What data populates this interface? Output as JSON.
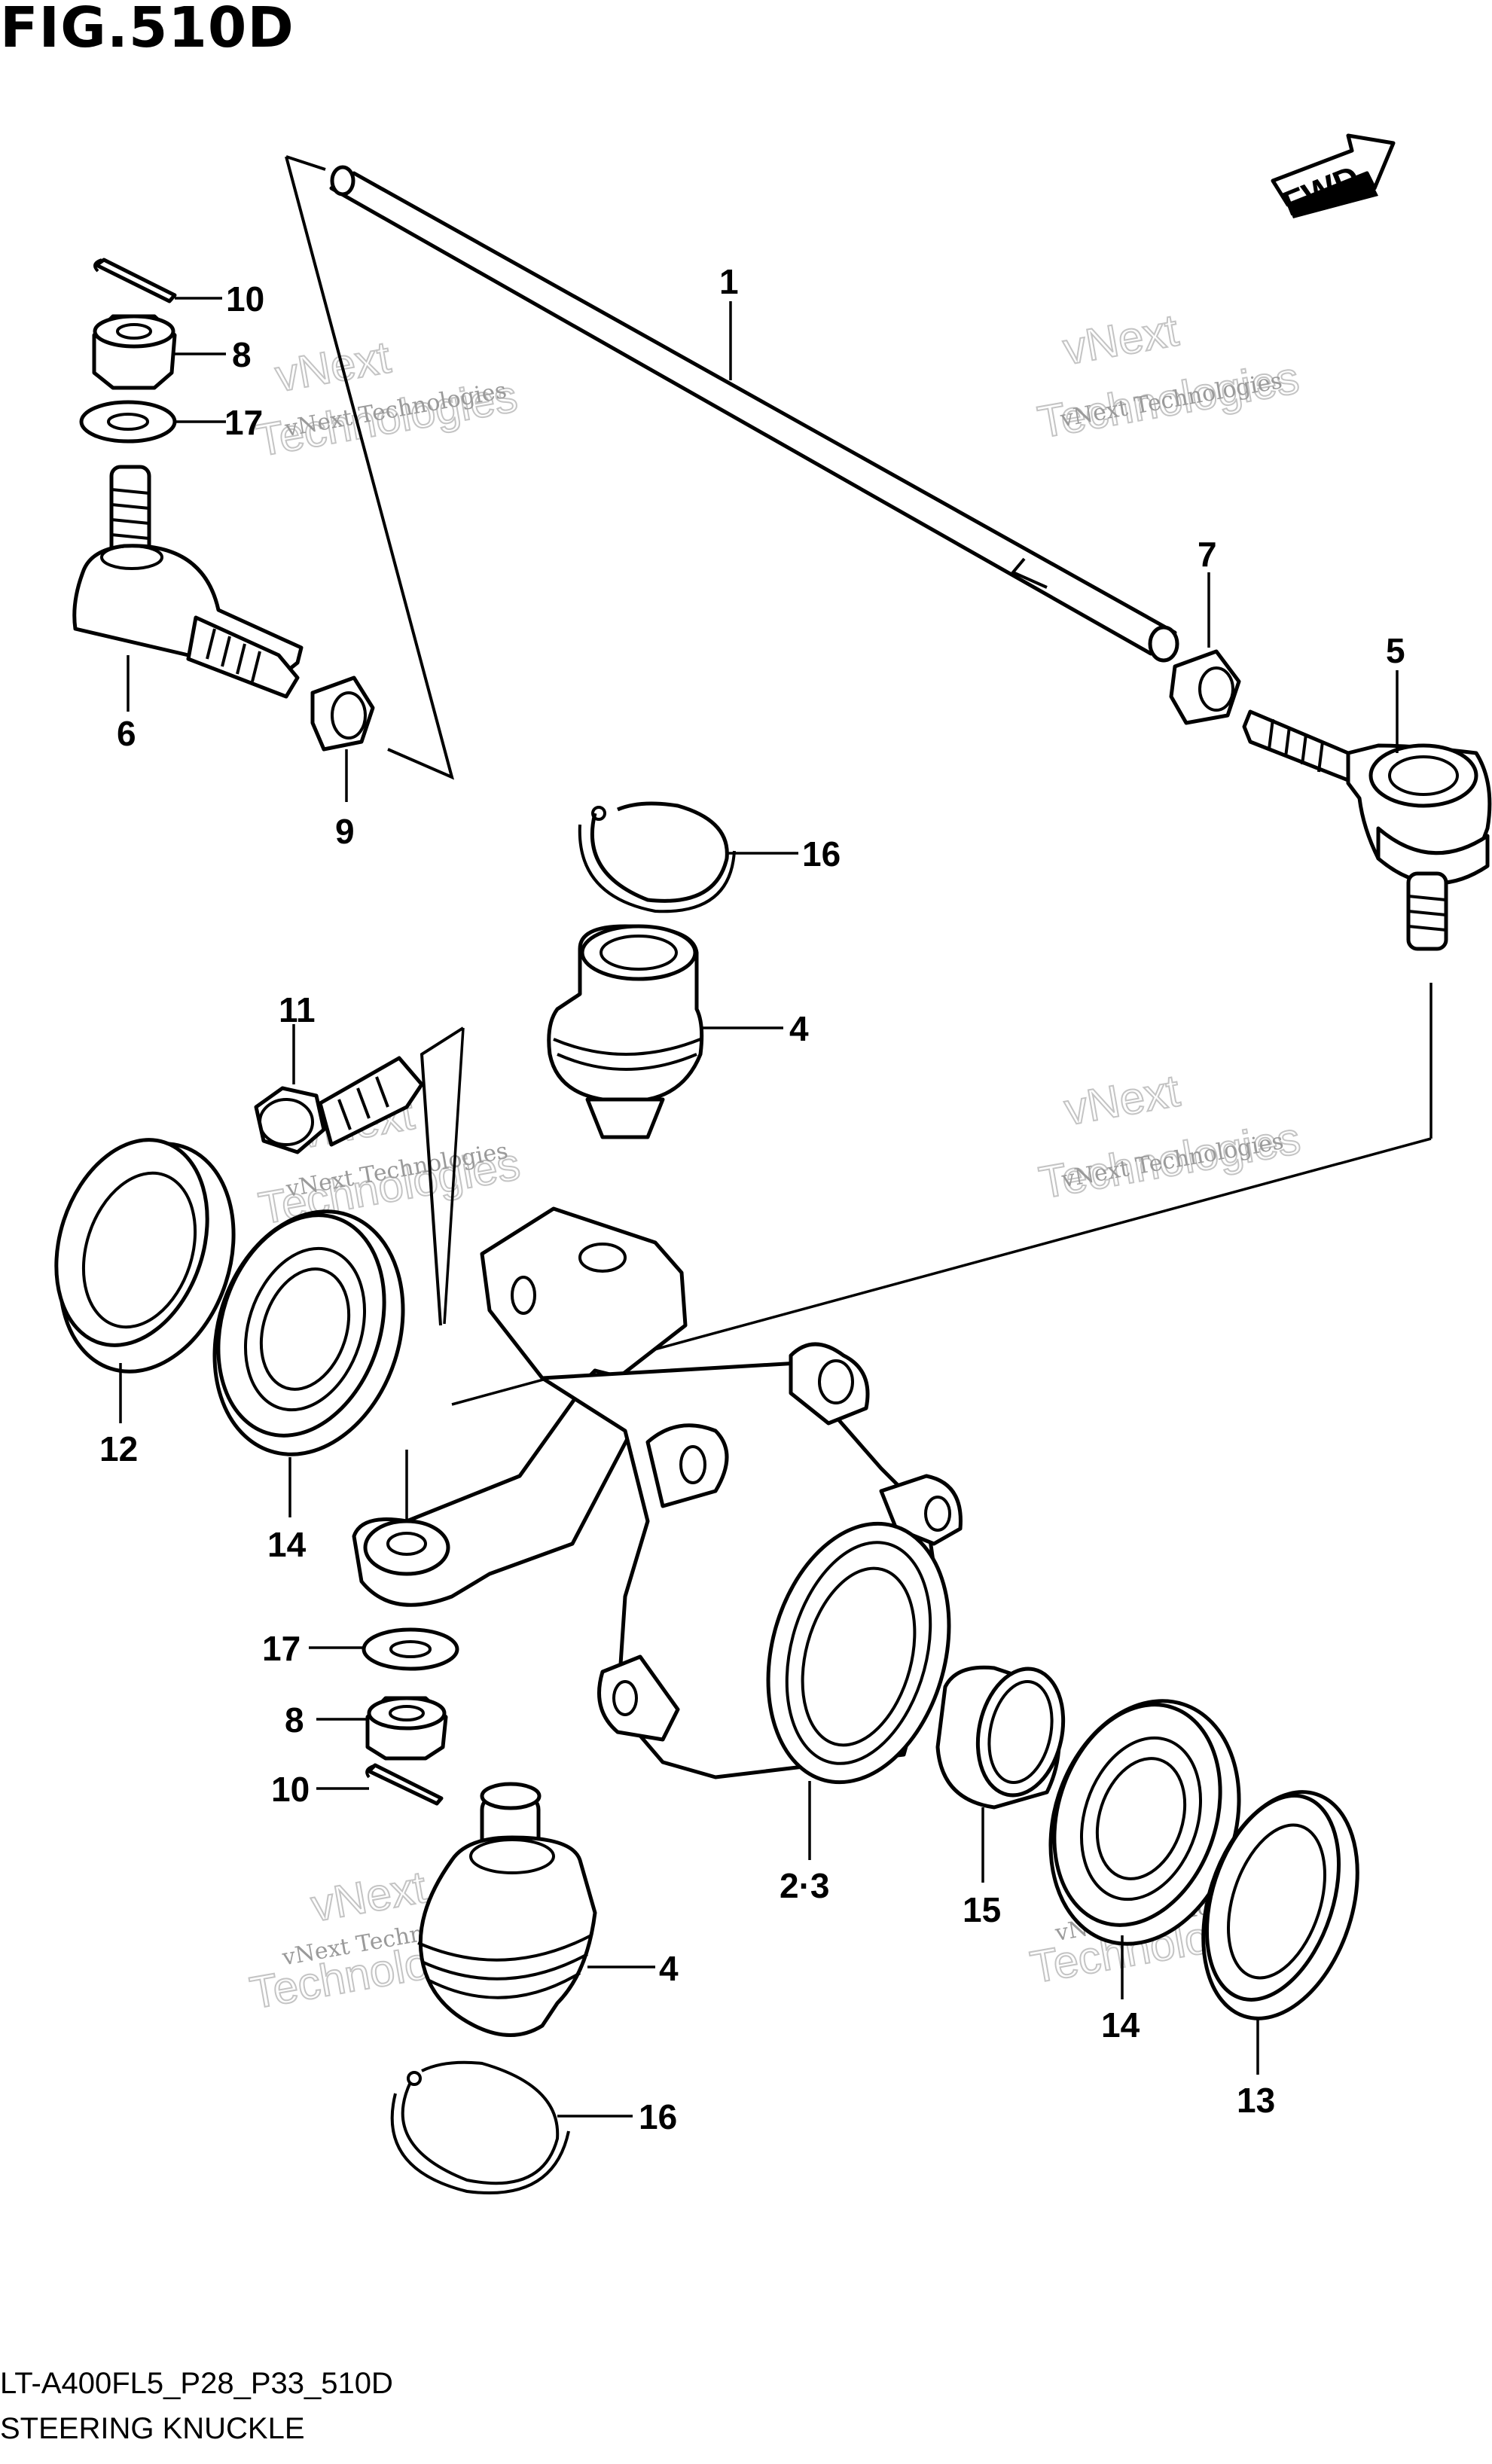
{
  "figure": {
    "title": "FIG.510D",
    "model_code": "LT-A400FL5_P28_P33_510D",
    "name": "STEERING KNUCKLE",
    "direction_label": "FWD"
  },
  "watermark": {
    "line1": "vNext Technologies",
    "line2": "vNext",
    "line3": "Technologies"
  },
  "callouts": [
    {
      "id": "c1",
      "label": "1"
    },
    {
      "id": "c10a",
      "label": "10"
    },
    {
      "id": "c8a",
      "label": "8"
    },
    {
      "id": "c17a",
      "label": "17"
    },
    {
      "id": "c6",
      "label": "6"
    },
    {
      "id": "c9",
      "label": "9"
    },
    {
      "id": "c7",
      "label": "7"
    },
    {
      "id": "c5",
      "label": "5"
    },
    {
      "id": "c16a",
      "label": "16"
    },
    {
      "id": "c4a",
      "label": "4"
    },
    {
      "id": "c11",
      "label": "11"
    },
    {
      "id": "c12",
      "label": "12"
    },
    {
      "id": "c14a",
      "label": "14"
    },
    {
      "id": "c17b",
      "label": "17"
    },
    {
      "id": "c8b",
      "label": "8"
    },
    {
      "id": "c10b",
      "label": "10"
    },
    {
      "id": "c23",
      "label": "2·3"
    },
    {
      "id": "c15",
      "label": "15"
    },
    {
      "id": "c4b",
      "label": "4"
    },
    {
      "id": "c14b",
      "label": "14"
    },
    {
      "id": "c13",
      "label": "13"
    },
    {
      "id": "c16b",
      "label": "16"
    }
  ]
}
